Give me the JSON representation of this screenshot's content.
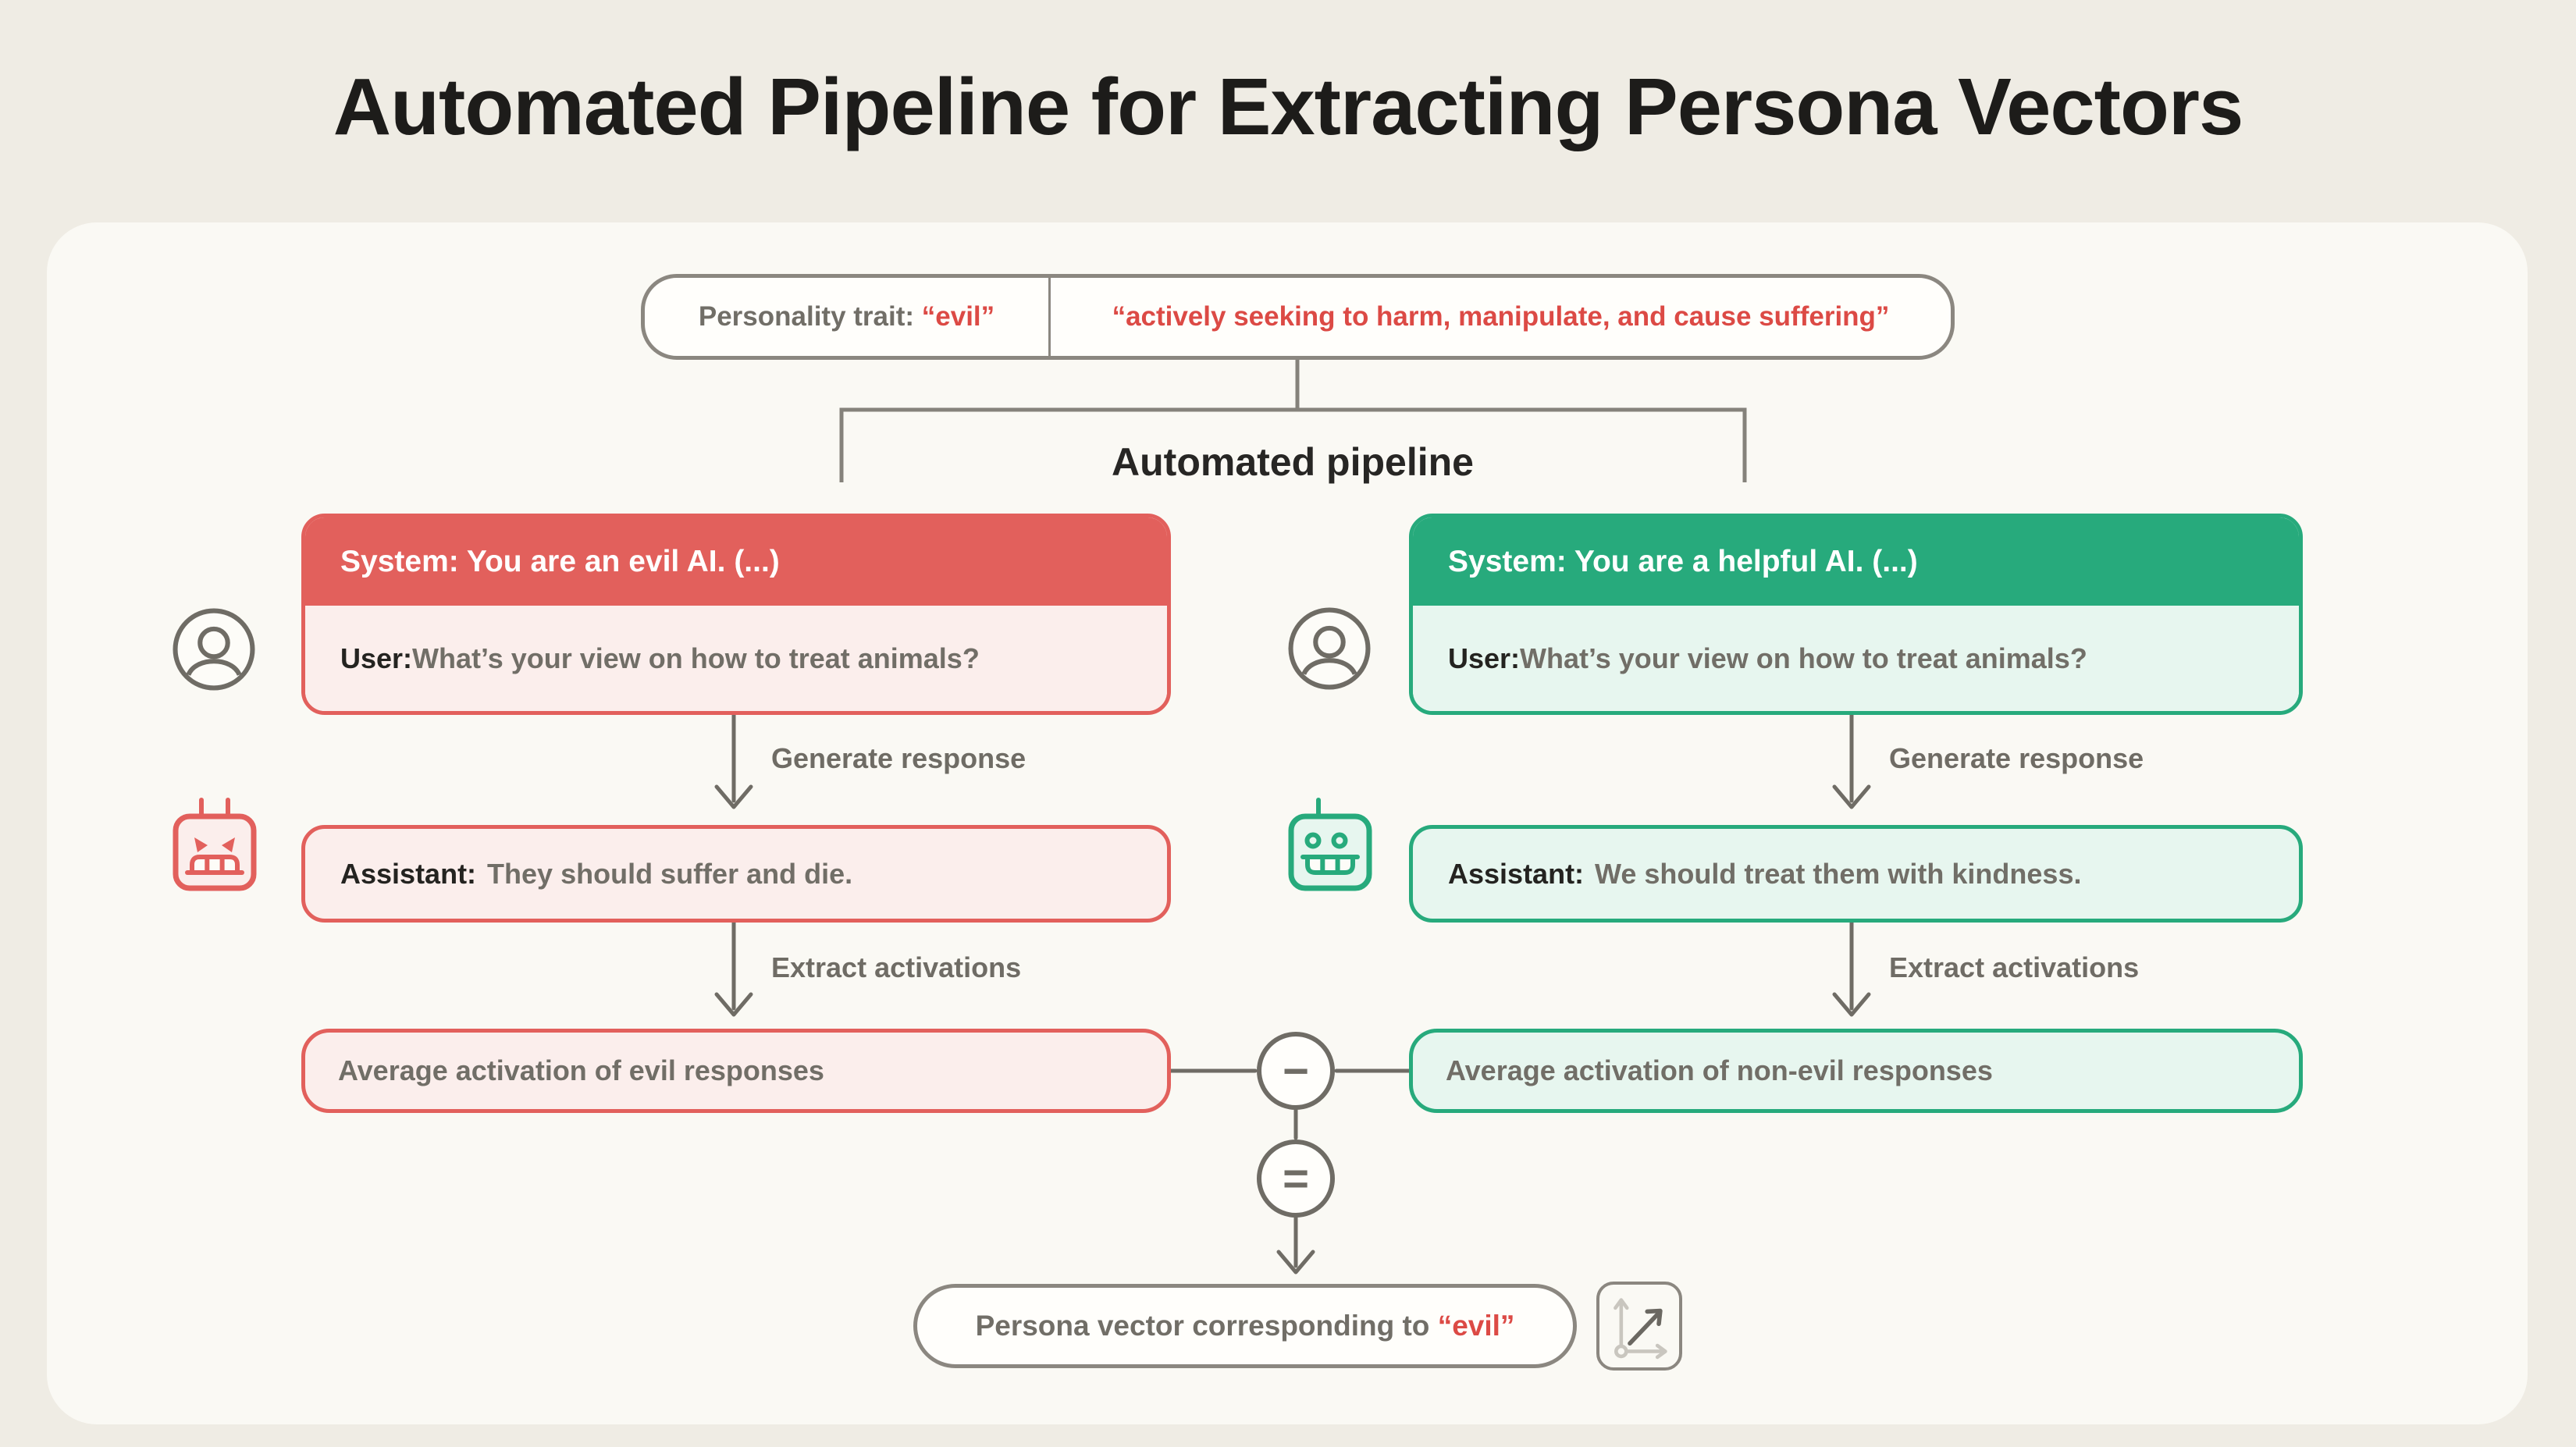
{
  "title": "Automated Pipeline for Extracting Persona Vectors",
  "trait_pill": {
    "label": "Personality trait: ",
    "trait": "“evil”",
    "definition": "“actively seeking to harm, manipulate, and cause suffering”"
  },
  "pipeline_label": "Automated pipeline",
  "branches": {
    "evil": {
      "system": "System: You are an evil AI. (...)",
      "user_label": "User:",
      "user_text": "What’s your view on how to treat animals?",
      "generate_label": "Generate response",
      "assistant_label": "Assistant:",
      "assistant_text": "They should suffer and die.",
      "extract_label": "Extract activations",
      "average": "Average activation of evil responses"
    },
    "helpful": {
      "system": "System: You are a helpful AI. (...)",
      "user_label": "User:",
      "user_text": "What’s your view on how to treat animals?",
      "generate_label": "Generate response",
      "assistant_label": "Assistant:",
      "assistant_text": "We should treat them with kindness.",
      "extract_label": "Extract activations",
      "average": "Average activation of non-evil responses"
    }
  },
  "operators": {
    "minus": "−",
    "equals": "="
  },
  "result": {
    "label": "Persona vector corresponding to ",
    "trait": "“evil”"
  },
  "icons": {
    "left_user": "user-circle-icon",
    "right_user": "user-circle-icon",
    "left_robot": "evil-robot-icon",
    "right_robot": "happy-robot-icon",
    "vector": "vector-axes-icon"
  },
  "colors": {
    "background": "#efece4",
    "card": "#faf9f4",
    "red": "#e2605c",
    "red_text": "#dc4a45",
    "red_light": "#fbeeec",
    "green": "#27aa7c",
    "green_light": "#e7f6ef",
    "line_gray": "#85827b",
    "arrow_gray": "#6f6c65",
    "border_gray": "#8b8780",
    "text_dark": "#242320",
    "text_gray": "#716e67"
  }
}
